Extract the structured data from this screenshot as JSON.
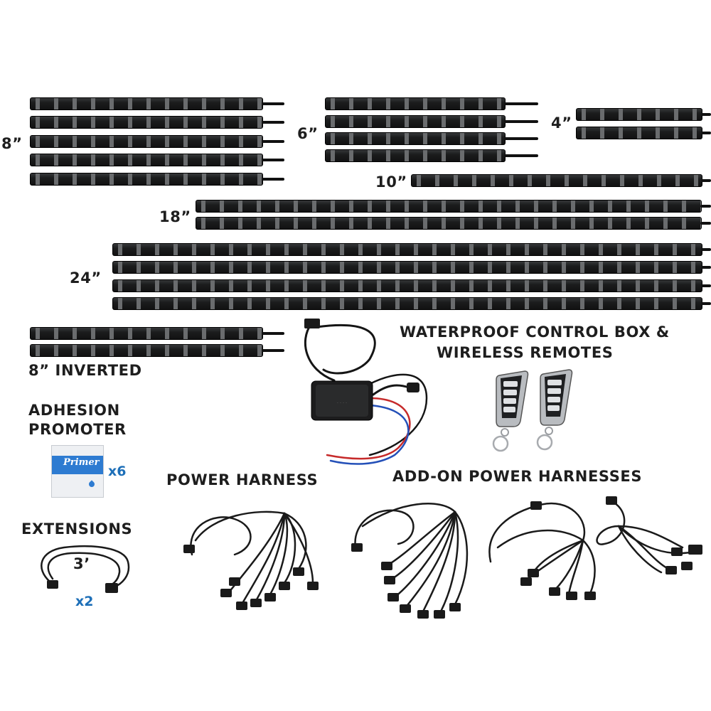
{
  "labels": {
    "strip_8": "8”",
    "strip_6": "6”",
    "strip_4": "4”",
    "strip_10": "10”",
    "strip_18": "18”",
    "strip_24": "24”",
    "strip_8_inverted": "8” INVERTED",
    "control_box_line1": "WATERPROOF CONTROL BOX &",
    "control_box_line2": "WIRELESS REMOTES",
    "adhesion_line1": "ADHESION",
    "adhesion_line2": "PROMOTER",
    "power_harness": "POWER HARNESS",
    "addon_harnesses": "ADD-ON POWER HARNESSES",
    "extensions": "EXTENSIONS",
    "extension_length": "3’"
  },
  "quantities": {
    "primer": "x6",
    "extensions": "x2"
  },
  "primer_packet": {
    "brand": "Primer"
  },
  "colors": {
    "label_text": "#1e1e1e",
    "quantity_text": "#1d6fb8",
    "strip_body": "#1a1b1c",
    "primer_blue": "#2d7bd1"
  }
}
